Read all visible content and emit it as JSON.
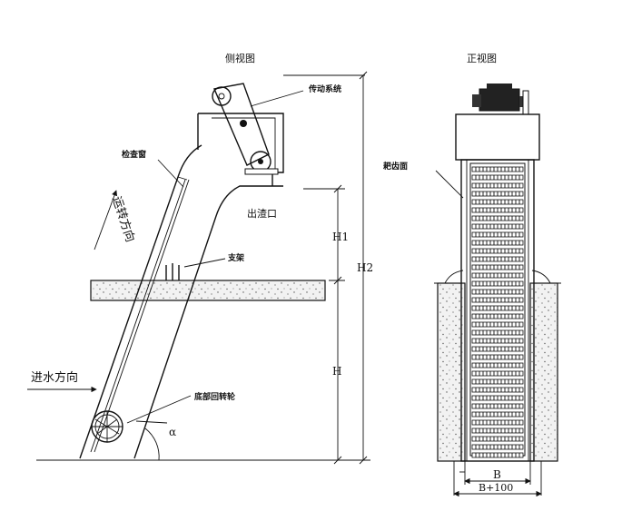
{
  "side_view": {
    "title": "侧视图",
    "labels": {
      "drive_system": "传动系统",
      "inspection_window": "检查窗",
      "conveying_direction": "运转方向",
      "discharge_port": "出渣口",
      "support": "支架",
      "water_inflow_direction": "进水方向",
      "bottom_return_wheel": "底部回转轮",
      "angle": "α"
    },
    "dimensions": {
      "h1": "H1",
      "h2": "H2",
      "h": "H"
    }
  },
  "front_view": {
    "title": "正视图",
    "labels": {
      "rake_teeth": "耙齿面"
    },
    "dimensions": {
      "b": "B",
      "b_plus": "B+100"
    }
  },
  "colors": {
    "line": "#111111",
    "concrete": "#f2f2f2",
    "background": "#ffffff"
  }
}
